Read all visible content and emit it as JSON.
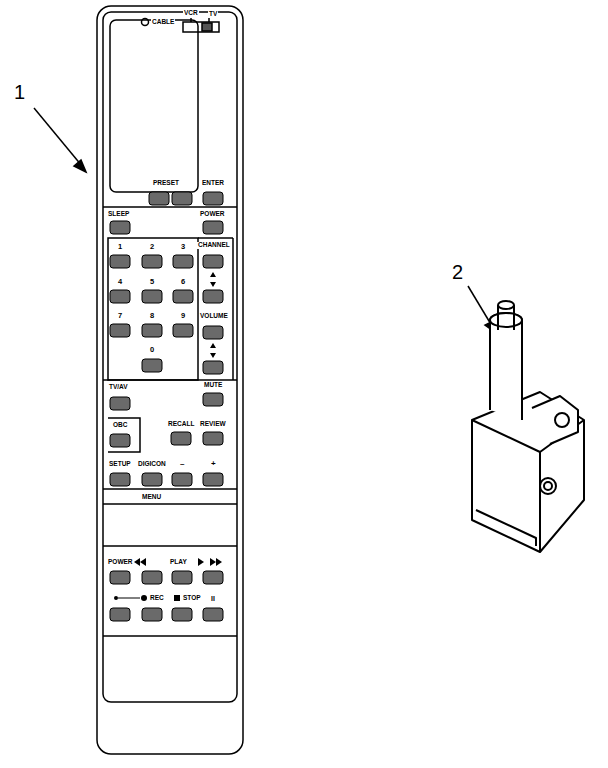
{
  "diagram": {
    "labels": [
      "1",
      "2",
      "CABLE",
      "VCR",
      "TV",
      "PRESET",
      "ENTER",
      "SLEEP",
      "POWER",
      "CHANNEL",
      "1",
      "2",
      "3",
      "4",
      "5",
      "6",
      "7",
      "8",
      "9",
      "0",
      "VOLUME",
      "TV/AV",
      "MUTE",
      "OBC",
      "RECALL",
      "REVIEW",
      "SETUP",
      "DIGICON",
      "–",
      "+",
      "MENU",
      "POWER",
      "PLAY",
      "REC",
      "STOP",
      "II"
    ]
  }
}
